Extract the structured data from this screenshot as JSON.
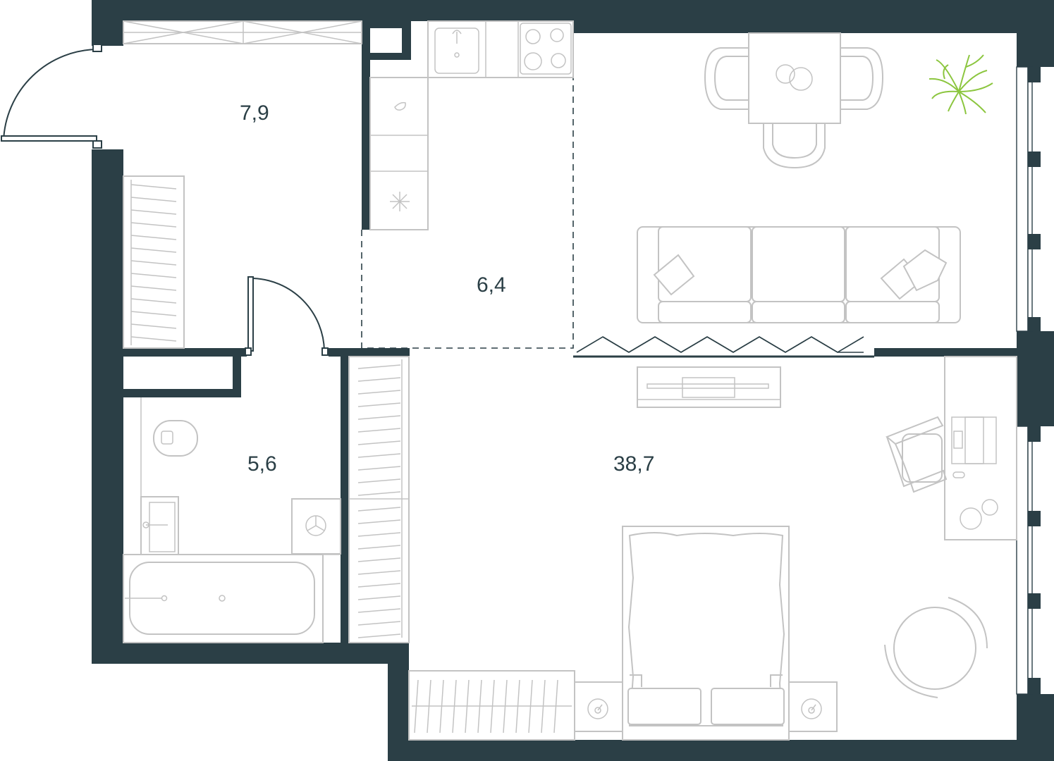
{
  "plan": {
    "rooms": [
      {
        "id": "hallway",
        "area": "7,9"
      },
      {
        "id": "kitchen",
        "area": "6,4"
      },
      {
        "id": "bathroom",
        "area": "5,6"
      },
      {
        "id": "living",
        "area": "38,7"
      }
    ]
  },
  "colors": {
    "wall": "#2b3f46",
    "furniture": "#c3c3c3",
    "plant": "#8cc63f",
    "background": "#ffffff"
  }
}
